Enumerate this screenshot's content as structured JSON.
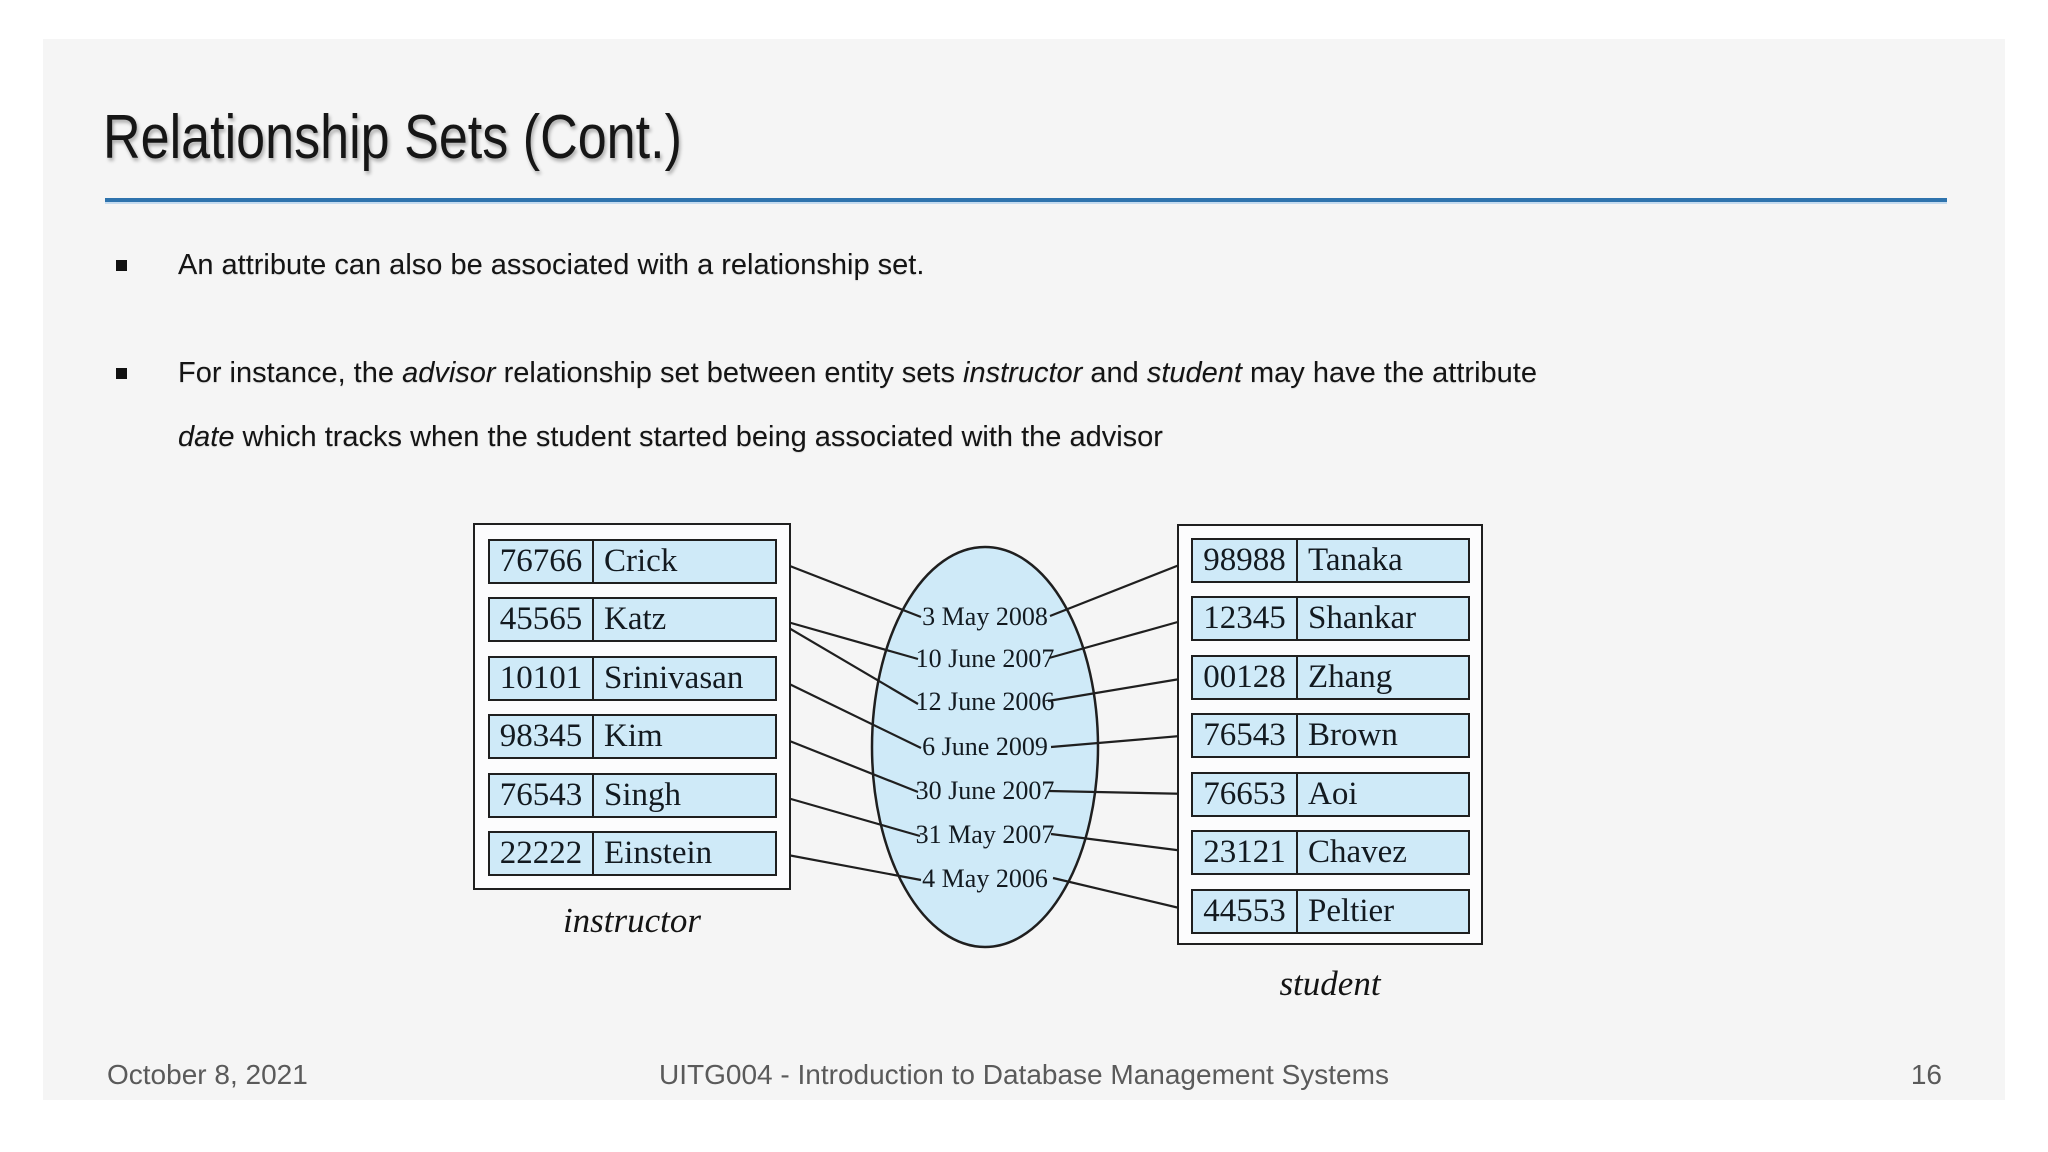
{
  "slide": {
    "title": "Relationship Sets (Cont.)",
    "bullets": [
      {
        "segments": [
          {
            "t": "An attribute can also be associated with a relationship set."
          }
        ]
      },
      {
        "segments": [
          {
            "t": "For instance, the "
          },
          {
            "t": "advisor",
            "i": true
          },
          {
            "t": " relationship set between entity sets "
          },
          {
            "t": "instructor",
            "i": true
          },
          {
            "t": " and "
          },
          {
            "t": "student",
            "i": true
          },
          {
            "t": " may have the attribute",
            "i": false
          },
          {
            "br": true
          },
          {
            "t": "date",
            "i": true
          },
          {
            "t": " which tracks when the student started being associated with the advisor"
          }
        ]
      }
    ],
    "footer": {
      "date": "October 8, 2021",
      "course": "UITG004 - Introduction to Database Management Systems",
      "page": "16"
    }
  },
  "diagram": {
    "instructor": {
      "label": "instructor",
      "rows": [
        {
          "id": "76766",
          "name": "Crick"
        },
        {
          "id": "45565",
          "name": "Katz"
        },
        {
          "id": "10101",
          "name": "Srinivasan"
        },
        {
          "id": "98345",
          "name": "Kim"
        },
        {
          "id": "76543",
          "name": "Singh"
        },
        {
          "id": "22222",
          "name": "Einstein"
        }
      ]
    },
    "student": {
      "label": "student",
      "rows": [
        {
          "id": "98988",
          "name": "Tanaka"
        },
        {
          "id": "12345",
          "name": "Shankar"
        },
        {
          "id": "00128",
          "name": "Zhang"
        },
        {
          "id": "76543",
          "name": "Brown"
        },
        {
          "id": "76653",
          "name": "Aoi"
        },
        {
          "id": "23121",
          "name": "Chavez"
        },
        {
          "id": "44553",
          "name": "Peltier"
        }
      ]
    },
    "dates": [
      "3 May 2008",
      "10 June 2007",
      "12 June 2006",
      "6 June 2009",
      "30 June 2007",
      "31 May 2007",
      "4 May 2006"
    ],
    "relationships": [
      {
        "instructor": "76766",
        "student": "98988",
        "date": "3 May 2008"
      },
      {
        "instructor": "45565",
        "student": "12345",
        "date": "10 June 2007"
      },
      {
        "instructor": "45565",
        "student": "00128",
        "date": "12 June 2006"
      },
      {
        "instructor": "10101",
        "student": "76543",
        "date": "6 June 2009"
      },
      {
        "instructor": "98345",
        "student": "76653",
        "date": "30 June 2007"
      },
      {
        "instructor": "76543",
        "student": "23121",
        "date": "31 May 2007"
      },
      {
        "instructor": "22222",
        "student": "44553",
        "date": "4 May 2006"
      }
    ]
  },
  "colors": {
    "accent": "#2e73ad",
    "cell": "#cfeaf8",
    "ink": "#1f1f1f",
    "slide": "#f5f5f5",
    "muted": "#5a5a5a"
  }
}
